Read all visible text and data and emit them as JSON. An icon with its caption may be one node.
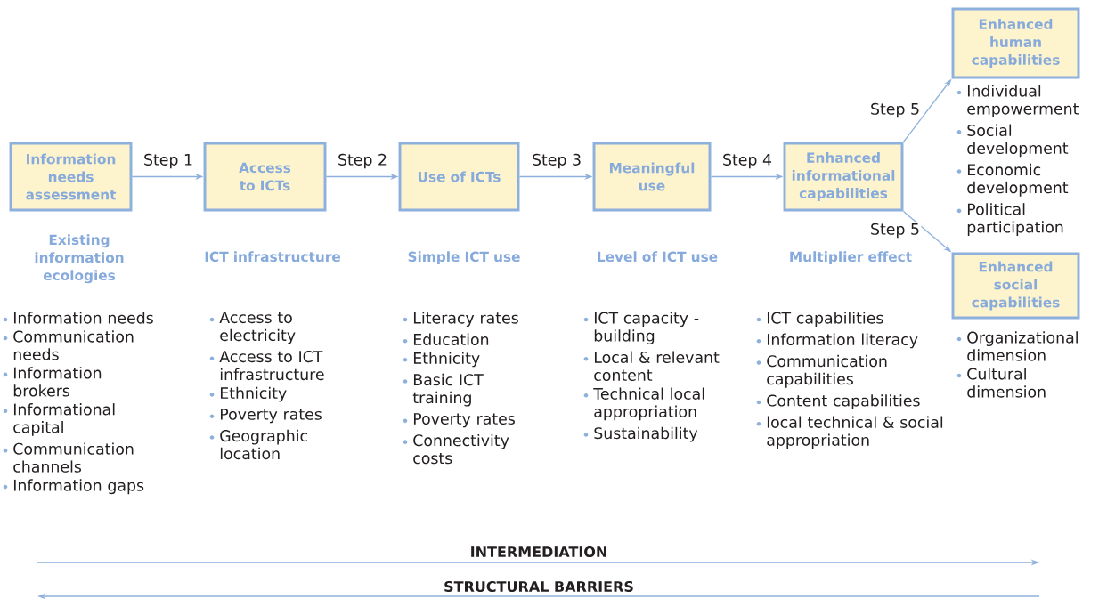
{
  "diagram": {
    "nodes": [
      {
        "text": [
          "Information needs assessment"
        ],
        "beside": [
          "Existing information ecologies",
          "Information needs",
          "Communication needs",
          "Information brokers",
          "Informational capital",
          "Communication channels",
          "Information gaps"
        ]
      },
      {
        "text": [
          "Access to ICTs"
        ],
        "beside": [
          "ICT infrastructure",
          "Access to electricity",
          "Access to ICT infrastructure",
          "Ethnicity",
          "Poverty rates",
          "Geographic location"
        ]
      },
      {
        "text": [
          "Use of ICTs"
        ],
        "beside": [
          "Simple ICT use",
          "Literacy rates",
          "Education",
          "Ethnicity",
          "Basic ICT training",
          "Poverty rates",
          "Connectivity costs"
        ]
      },
      {
        "text": [
          "Meaningful use"
        ],
        "beside": [
          "Level of ICT use",
          "ICT capacity -building",
          "Local & relevant content",
          "Technical local appropriation",
          "Sustainability"
        ]
      },
      {
        "text": [
          "Enhanced informational capabilities"
        ],
        "beside": [
          "Multiplier effect",
          "ICT capabilities",
          "Information literacy",
          "Communication capabilities",
          "Content capabilities",
          "local technical & social appropriation"
        ]
      },
      {
        "text": [
          "Enhanced human capabilities"
        ],
        "beside": [
          "Individual empowerment",
          "Social development",
          "Economic development",
          "Political participation"
        ]
      },
      {
        "text": [
          "Enhanced social capabilities"
        ],
        "beside": [
          "Organizational dimension",
          "Cultural dimension"
        ]
      }
    ],
    "edges": [
      {
        "from": 0,
        "to": 1,
        "arrow": "to",
        "label": "Step 1"
      },
      {
        "from": 1,
        "to": 2,
        "arrow": "to",
        "label": "Step 2"
      },
      {
        "from": 2,
        "to": 3,
        "arrow": "to",
        "label": "Step 3"
      },
      {
        "from": 3,
        "to": 4,
        "arrow": "to",
        "label": "Step 4"
      },
      {
        "from": 4,
        "to": 5,
        "arrow": "to",
        "label": "Step 5"
      },
      {
        "from": 4,
        "to": 6,
        "arrow": "to",
        "label": "Step 5"
      }
    ],
    "labels": [
      "INTERMEDIATION",
      "STRUCTURAL BARRIERS"
    ]
  }
}
